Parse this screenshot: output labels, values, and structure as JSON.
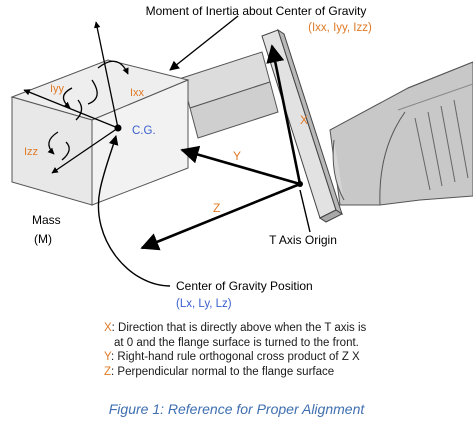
{
  "labels": {
    "moment_title": "Moment of Inertia about Center of Gravity",
    "moment_sub": "(Ixx, Iyy, Izz)",
    "ixx": "Ixx",
    "iyy": "Iyy",
    "izz": "Izz",
    "cg": "C.G.",
    "axis_x": "X",
    "axis_y": "Y",
    "axis_z": "Z",
    "mass": "Mass",
    "mass_sym": "(M)",
    "t_origin": "T Axis Origin",
    "cog_pos_title": "Center of Gravity Position",
    "cog_pos_sub": "(Lx, Ly, Lz)"
  },
  "notes": [
    {
      "key": "X",
      "text": ": Direction that is directly above when the T axis is"
    },
    {
      "key": "",
      "text": "at 0 and the flange surface is turned to the front."
    },
    {
      "key": "Y",
      "text": ": Right-hand rule orthogonal cross product of Z  X"
    },
    {
      "key": "Z",
      "text": ": Perpendicular normal to the flange surface"
    }
  ],
  "caption": "Figure 1: Reference for Proper Alignment",
  "colors": {
    "orange": "#e07a26",
    "blue": "#3a5fcd",
    "caption": "#3f6fb0"
  }
}
